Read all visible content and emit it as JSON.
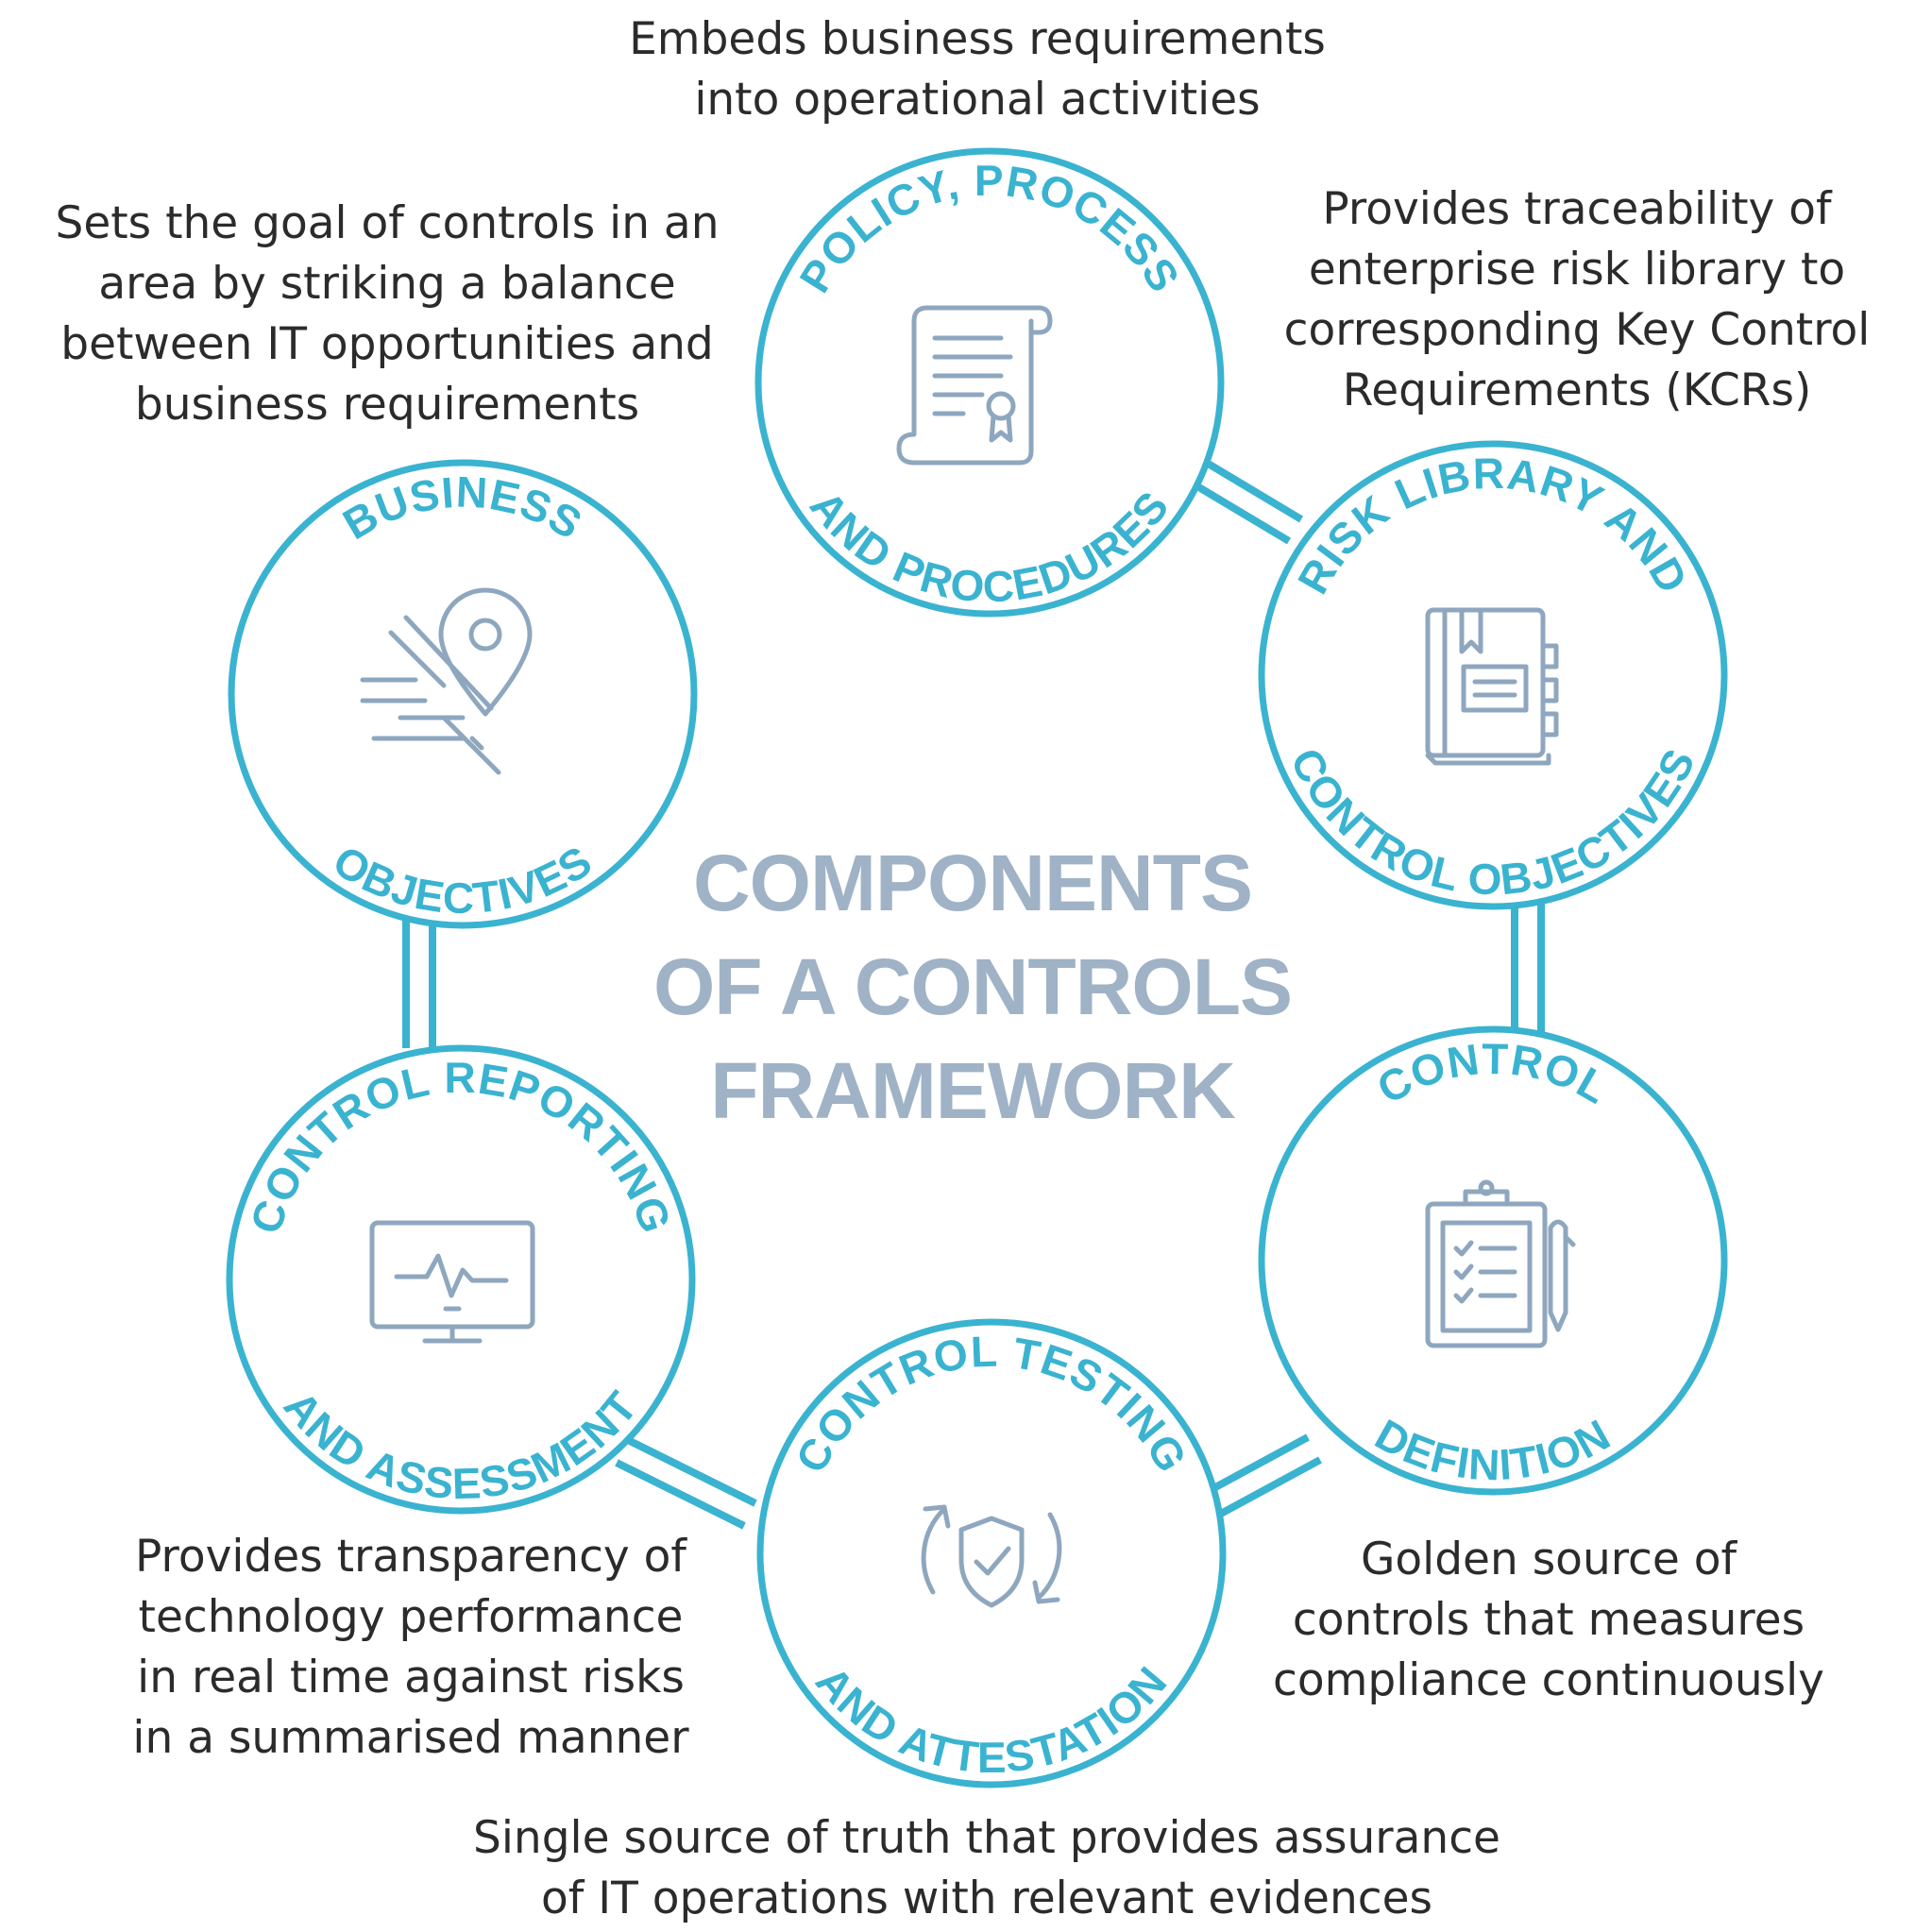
{
  "title": {
    "lines": [
      "COMPONENTS",
      "OF A CONTROLS",
      "FRAMEWORK"
    ]
  },
  "colors": {
    "ring": "#3ab3d0",
    "icon": "#8ea7bf",
    "title": "#9fb2c6",
    "text": "#2b2b2b"
  },
  "components": [
    {
      "key": "policy",
      "label_top": "POLICY, PROCESS",
      "label_bottom": "AND PROCEDURES",
      "icon": "certificate-scroll-icon",
      "description": [
        "Embeds business requirements",
        "into operational activities"
      ]
    },
    {
      "key": "risk",
      "label_top": "RISK LIBRARY AND",
      "label_bottom": "CONTROL OBJECTIVES",
      "icon": "binder-book-icon",
      "description": [
        "Provides traceability of",
        "enterprise risk library to",
        "corresponding Key Control",
        "Requirements (KCRs)"
      ]
    },
    {
      "key": "definition",
      "label_top": "CONTROL",
      "label_bottom": "DEFINITION",
      "icon": "clipboard-checklist-icon",
      "description": [
        "Golden source of",
        "controls that measures",
        "compliance continuously"
      ]
    },
    {
      "key": "testing",
      "label_top": "CONTROL TESTING",
      "label_bottom": "AND ATTESTATION",
      "icon": "shield-refresh-icon",
      "description": [
        "Single source of truth that provides assurance",
        "of IT operations with relevant evidences"
      ]
    },
    {
      "key": "reporting",
      "label_top": "CONTROL REPORTING",
      "label_bottom": "AND ASSESSMENT",
      "icon": "monitor-pulse-icon",
      "description": [
        "Provides transparency of",
        "technology performance",
        "in real time against risks",
        "in a summarised manner"
      ]
    },
    {
      "key": "business",
      "label_top": "BUSINESS",
      "label_bottom": "OBJECTIVES",
      "icon": "location-pin-icon",
      "description": [
        "Sets the goal of controls in an",
        "area by striking a balance",
        "between IT opportunities and",
        "business requirements"
      ]
    }
  ]
}
